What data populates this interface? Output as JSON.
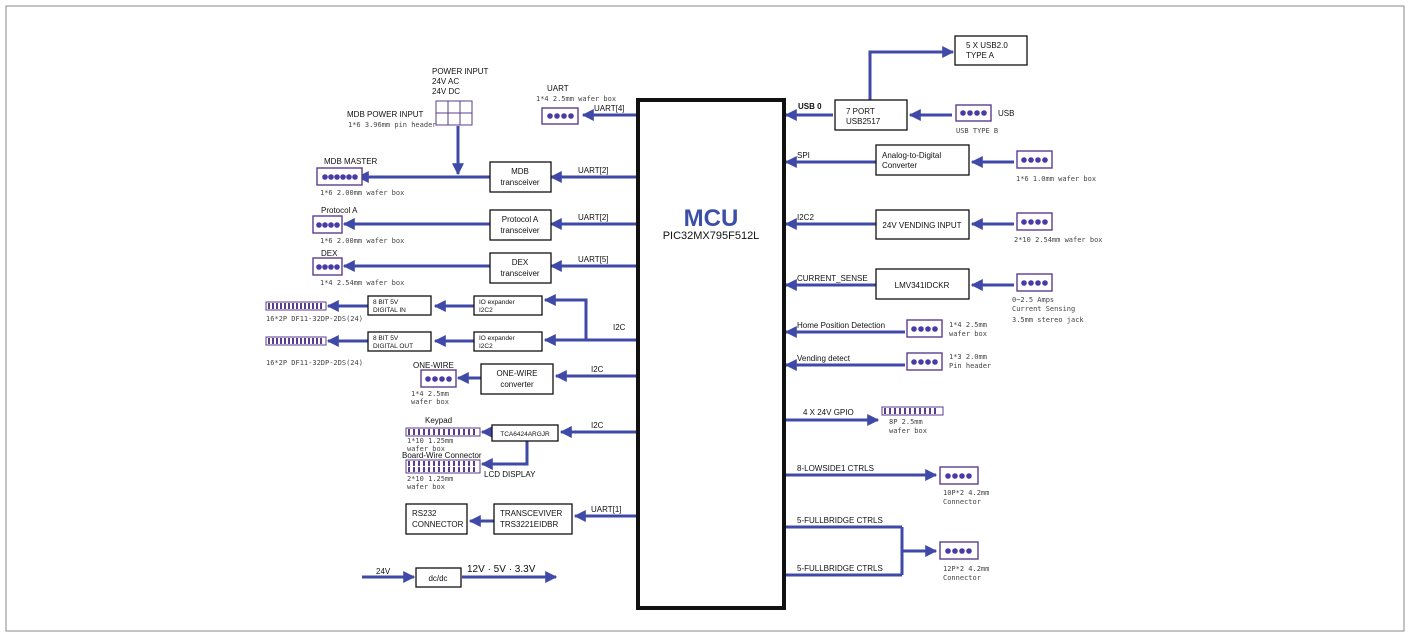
{
  "mcu": {
    "title": "MCU",
    "part": "PIC32MX795F512L"
  },
  "blocks": {
    "mdb": [
      "MDB",
      "transceiver"
    ],
    "protocol_a": [
      "Protocol A",
      "transceiver"
    ],
    "dex": [
      "DEX",
      "transceiver"
    ],
    "io_exp1": [
      "IO expander",
      "I2C2"
    ],
    "io_exp2": [
      "IO expander",
      "I2C2"
    ],
    "digital_in": [
      "8 BIT 5V",
      "DIGITAL IN"
    ],
    "digital_out": [
      "8 BIT 5V",
      "DIGITAL OUT"
    ],
    "one_wire": [
      "ONE-WIRE",
      "converter"
    ],
    "tca": "TCA6424ARGJR",
    "rs232": [
      "RS232",
      "CONNECTOR"
    ],
    "transceiver": [
      "TRANSCEVIVER",
      "TRS3221EIDBR"
    ],
    "dcdc": "dc/dc",
    "usb_hub": [
      "7 PORT",
      "USB2517"
    ],
    "usb2": [
      "5 X USB2.0",
      "TYPE A"
    ],
    "adc": [
      "Analog-to-Digital",
      "Converter"
    ],
    "vending_input": "24V VENDING INPUT",
    "lmv": "LMV341IDCKR"
  },
  "left_labels": {
    "power_input": [
      "POWER INPUT",
      "24V AC",
      "24V DC"
    ],
    "mdb_power": "MDB POWER INPUT",
    "mdb_power_note": "1*6 3.96mm pin header",
    "uart_conn": "UART",
    "uart_conn_note": "1*4 2.5mm wafer box",
    "mdb_master": "MDB MASTER",
    "mdb_master_note": "1*6 2.00mm wafer box",
    "protocol_a": "Protocol A",
    "protocol_a_note": "1*6 2.00mm wafer box",
    "dex": "DEX",
    "dex_note": "1*4 2.54mm wafer box",
    "df11_in": "16*2P DF11-32DP-2DS(24)",
    "df11_out": "16*2P DF11-32DP-2DS(24)",
    "one_wire": "ONE-WIRE",
    "one_wire_note": [
      "1*4 2.5mm",
      "wafer box"
    ],
    "keypad": "Keypad",
    "keypad_note": [
      "1*10 1.25mm",
      "wafer box"
    ],
    "board_wire": "Board-Wire Connector",
    "board_wire_note": [
      "2*10 1.25mm",
      "wafer box"
    ],
    "lcd": "LCD DISPLAY",
    "v24": "24V",
    "rails": "12V · 5V · 3.3V"
  },
  "bus_labels": {
    "uart4": "UART[4]",
    "uart2a": "UART[2]",
    "uart2b": "UART[2]",
    "uart5": "UART[5]",
    "i2c_a": "I2C",
    "i2c_b": "I2C",
    "i2c_c": "I2C",
    "uart1": "UART[1]",
    "usb0": "USB 0",
    "spi": "SPI",
    "i2c2": "I2C2",
    "current_sense": "CURRENT_SENSE",
    "home": "Home Position Detection",
    "vending_detect": "Vending detect",
    "gpio": "4 X 24V GPIO",
    "lowside": "8-LOWSIDE1 CTRLS",
    "fullbridge1": "5-FULLBRIDGE CTRLS",
    "fullbridge2": "5-FULLBRIDGE CTRLS"
  },
  "right_labels": {
    "usb": "USB",
    "usb_note": "USB TYPE B",
    "adc_note": "1*6 1.0mm wafer box",
    "vend_note": "2*10 2.54mm wafer box",
    "cs_note": [
      "0~2.5 Amps",
      "Current Sensing",
      "3.5mm stereo jack"
    ],
    "home_note": [
      "1*4 2.5mm",
      "wafer box"
    ],
    "vend_det_note": [
      "1*3 2.0mm",
      "Pin header"
    ],
    "gpio_note": [
      "8P 2.5mm",
      "wafer box"
    ],
    "lowside_note": [
      "10P*2 4.2mm",
      "Connector"
    ],
    "fullbridge_note": [
      "12P*2 4.2mm",
      "Connector"
    ]
  },
  "colors": {
    "wire": "#3f4aa8",
    "connector": "#5b3d8f",
    "mcu_title": "#3b4fa8"
  }
}
